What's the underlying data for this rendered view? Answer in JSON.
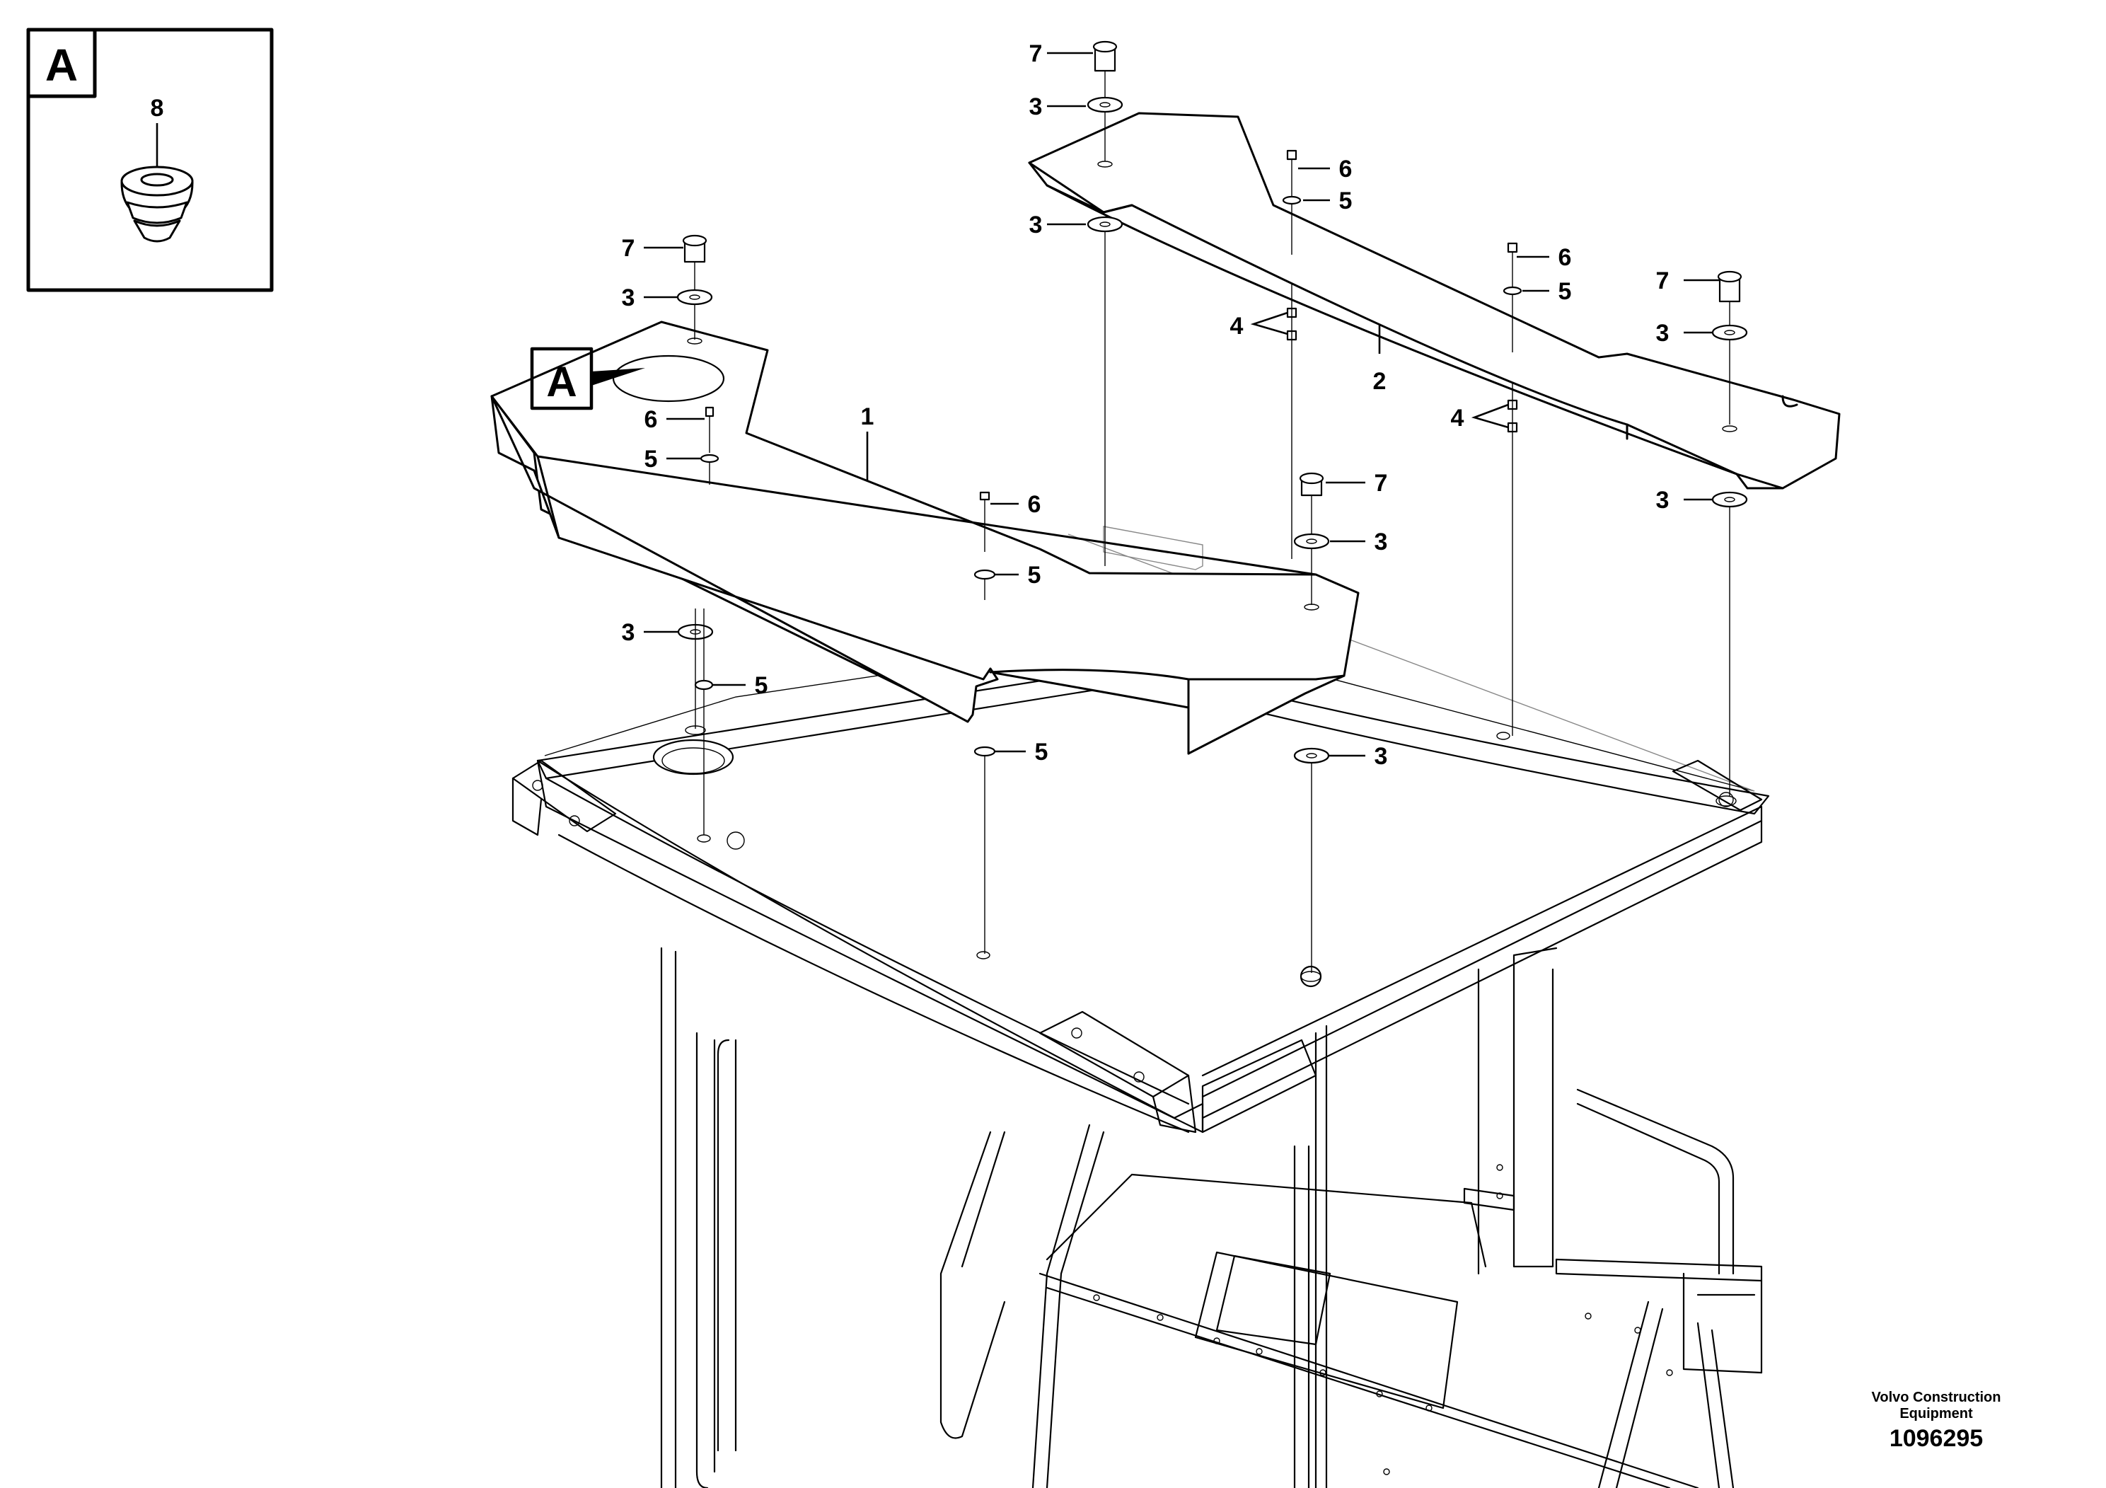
{
  "detail_box": {
    "letter": "A",
    "part": "8"
  },
  "detail_callout": {
    "letter": "A"
  },
  "callouts": [
    {
      "id": "c7a",
      "text": "7"
    },
    {
      "id": "c3a",
      "text": "3"
    },
    {
      "id": "c3b",
      "text": "3"
    },
    {
      "id": "c6a",
      "text": "6"
    },
    {
      "id": "c5a",
      "text": "5"
    },
    {
      "id": "c6b",
      "text": "6"
    },
    {
      "id": "c5b",
      "text": "5"
    },
    {
      "id": "c2",
      "text": "2"
    },
    {
      "id": "c7b",
      "text": "7"
    },
    {
      "id": "c3c",
      "text": "3"
    },
    {
      "id": "c4a",
      "text": "4"
    },
    {
      "id": "c4b",
      "text": "4"
    },
    {
      "id": "c3d",
      "text": "3"
    },
    {
      "id": "c7c",
      "text": "7"
    },
    {
      "id": "c3e",
      "text": "3"
    },
    {
      "id": "c6c",
      "text": "6"
    },
    {
      "id": "c5c",
      "text": "5"
    },
    {
      "id": "c1",
      "text": "1"
    },
    {
      "id": "c6d",
      "text": "6"
    },
    {
      "id": "c5d",
      "text": "5"
    },
    {
      "id": "c7d",
      "text": "7"
    },
    {
      "id": "c3f",
      "text": "3"
    },
    {
      "id": "c3g",
      "text": "3"
    },
    {
      "id": "c5e",
      "text": "5"
    },
    {
      "id": "c5f",
      "text": "5"
    },
    {
      "id": "c3h",
      "text": "3"
    }
  ],
  "footer": {
    "org_line1": "Volvo Construction",
    "org_line2": "Equipment",
    "doc_number": "1096295"
  }
}
